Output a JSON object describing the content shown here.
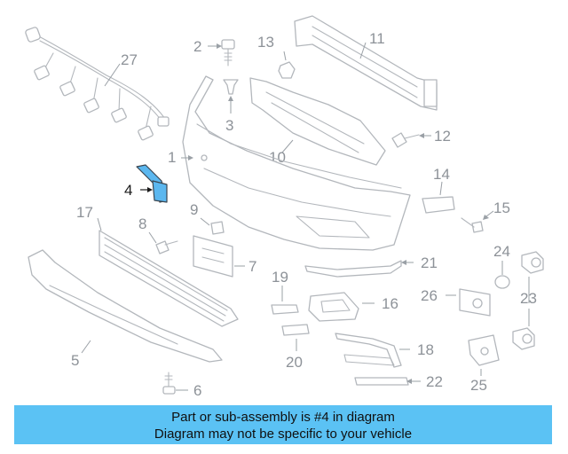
{
  "parts": {
    "p1": "1",
    "p2": "2",
    "p3": "3",
    "p4": "4",
    "p5": "5",
    "p6": "6",
    "p7": "7",
    "p8": "8",
    "p9": "9",
    "p10": "10",
    "p11": "11",
    "p12": "12",
    "p13": "13",
    "p14": "14",
    "p15": "15",
    "p16": "16",
    "p17": "17",
    "p18": "18",
    "p19": "19",
    "p20": "20",
    "p21": "21",
    "p22": "22",
    "p23": "23",
    "p24": "24",
    "p25": "25",
    "p26": "26",
    "p27": "27"
  },
  "highlighted_part": "4",
  "highlight_color": "#5bb7ef",
  "banner": {
    "line1": "Part or sub-assembly is #4 in diagram",
    "line2": "Diagram may not be specific to your vehicle",
    "color": "#5bc2f4"
  }
}
